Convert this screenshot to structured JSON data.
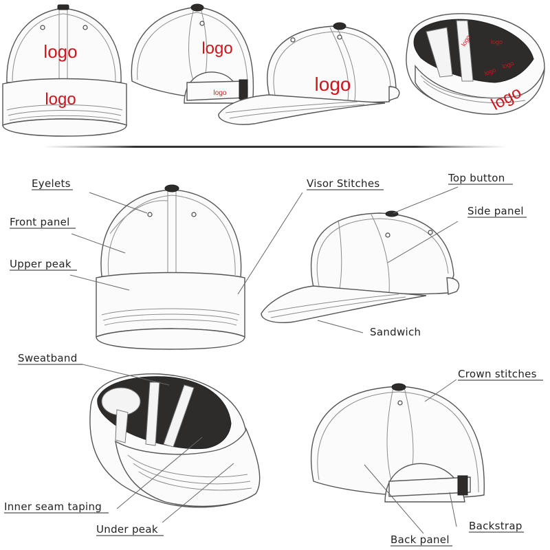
{
  "logos": {
    "front_crown": "logo",
    "front_peak": "logo",
    "back_strap": "logo",
    "side_crown": "logo",
    "inner_1": "logo",
    "inner_2": "logo",
    "inner_3": "logo",
    "inner_4": "logo",
    "under_peak": "logo"
  },
  "labels": {
    "eyelets": "Eyelets",
    "front_panel": "Front panel",
    "upper_peak": "Upper peak",
    "visor_stitches": "Visor Stitches",
    "top_button": "Top button",
    "side_panel": "Side panel",
    "sandwich": "Sandwich",
    "sweatband": "Sweatband",
    "crown_stitches": "Crown stitches",
    "inner_seam_taping": "Inner seam taping",
    "under_peak": "Under peak",
    "backstrap": "Backstrap",
    "back_panel": "Back panel"
  },
  "colors": {
    "logo": "#d0141c",
    "label": "#222222",
    "button": "#2e2b2b"
  }
}
